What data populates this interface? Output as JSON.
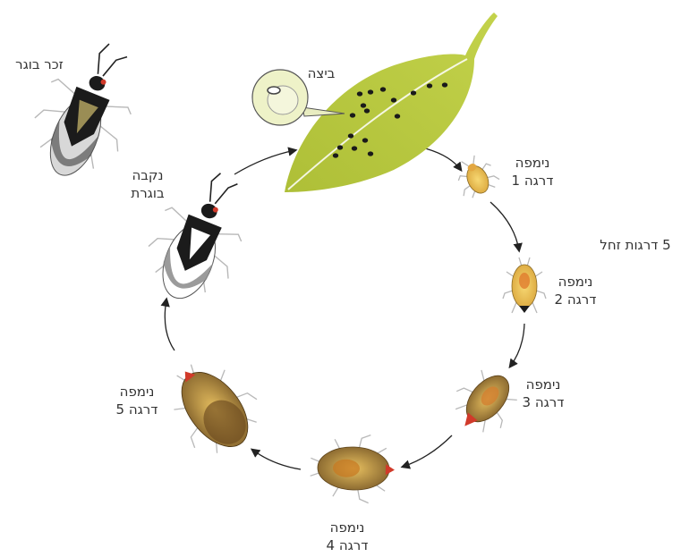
{
  "labels": {
    "egg": "ביצה",
    "nymph1": {
      "line1": "נימפה",
      "line2": "דרגה 1"
    },
    "nymph2": {
      "line1": "נימפה",
      "line2": "דרגה 2"
    },
    "nymph3": {
      "line1": "נימפה",
      "line2": "דרגה 3"
    },
    "nymph4": {
      "line1": "נימפה",
      "line2": "דרגה 4"
    },
    "nymph5": {
      "line1": "נימפה",
      "line2": "דרגה 5"
    },
    "adult_female": {
      "line1": "נקבה",
      "line2": "בוגרת"
    },
    "adult_male": "זכר בוגר",
    "instars_note": "5 דרגות זחל"
  },
  "colors": {
    "leaf": "#b9c93e",
    "leaf_vein": "#ffffff",
    "egg_dark": "#1a1a1a",
    "bug_black": "#1b1b1b",
    "wing_gray": "#8a8a8a",
    "nymph_yellow": "#f0c85a",
    "nymph_orange": "#e3902e",
    "nymph_brown": "#7a5a2a",
    "arrow": "#222222"
  }
}
